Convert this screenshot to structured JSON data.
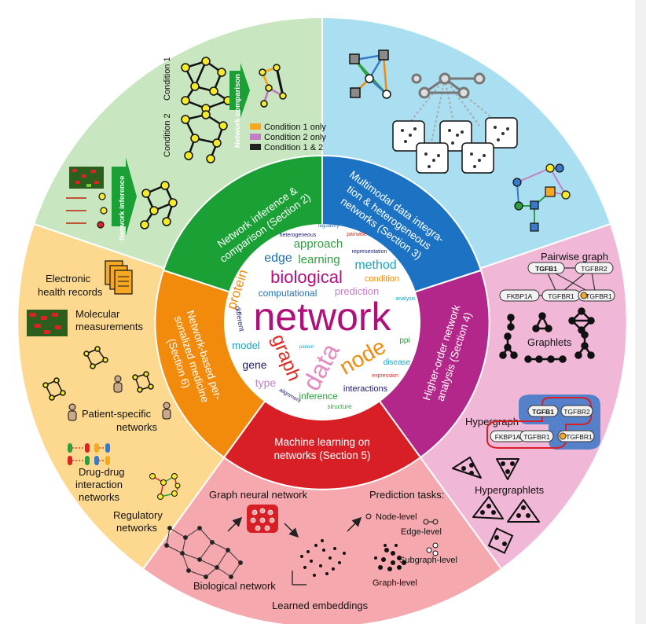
{
  "colors": {
    "inference_green": "#c8e6c0",
    "multimodal_blue": "#a9dff0",
    "higher_order_pink": "#f1b7d6",
    "ml_red": "#f5a9ae",
    "medicine_orange": "#fdd98f",
    "ring_green": "#1aa035",
    "ring_blue": "#1d73c3",
    "ring_purple": "#b4278a",
    "ring_red": "#d81f26",
    "ring_orange": "#f28a0b"
  },
  "sections": {
    "network_inference": [
      "Network inference &",
      "comparison (Section 2)"
    ],
    "multimodal": [
      "Multimodal data integra-",
      "tion & heterogeneous",
      "networks (Section 3)"
    ],
    "higher_order": [
      "Higher-order network",
      "analysis (Section 4)"
    ],
    "machine_learning": [
      "Machine learning on",
      "networks (Section 5)"
    ],
    "medicine": [
      "Network-based per-",
      "sonalized medicine",
      "(Section 6)"
    ]
  },
  "inference": {
    "condition1": "Condition 1",
    "condition2": "Condition 2",
    "arrow_comparison": "Network comparison",
    "arrow_inference": "Network inference",
    "legend": [
      "Condition 1 only",
      "Condition 2 only",
      "Condition 1 & 2"
    ],
    "legend_colors": [
      "#f7a823",
      "#c47fc4",
      "#222222"
    ]
  },
  "higher_order": {
    "pairwise_title": "Pairwise graph",
    "genes": [
      "TGFB1",
      "TGFBR2",
      "FKBP1A",
      "TGFBR1",
      "TGFBR1"
    ],
    "graphlets": "Graphlets",
    "hypergraph": "Hypergraph",
    "hyper_genes": [
      "TGFB1",
      "TGFBR2",
      "FKBP1A",
      "TGFBR1",
      "TGFBR1"
    ],
    "hypergraphlets": "Hypergraphlets"
  },
  "ml": {
    "gnn": "Graph neural network",
    "prediction_tasks": "Prediction tasks:",
    "node_level": "Node-level",
    "edge_level": "Edge-level",
    "subgraph_level": "Subgraph-level",
    "graph_level": "Graph-level",
    "bio_network": "Biological network",
    "embeddings": "Learned embeddings"
  },
  "medicine": {
    "ehr": [
      "Electronic",
      "health records"
    ],
    "molecular": [
      "Molecular",
      "measurements"
    ],
    "patient": [
      "Patient-specific",
      "networks"
    ],
    "ddi": [
      "Drug-drug",
      "interaction",
      "networks"
    ],
    "regulatory": [
      "Regulatory",
      "networks"
    ]
  },
  "wordcloud": [
    {
      "t": "network",
      "c": "#b0107a"
    },
    {
      "t": "biological",
      "c": "#b0107a"
    },
    {
      "t": "data",
      "c": "#e58ac0"
    },
    {
      "t": "node",
      "c": "#f28a0b"
    },
    {
      "t": "graph",
      "c": "#e0261d"
    },
    {
      "t": "protein",
      "c": "#f28a0b"
    },
    {
      "t": "approach",
      "c": "#2e9f3e"
    },
    {
      "t": "edge",
      "c": "#1f6fb5"
    },
    {
      "t": "learning",
      "c": "#2e9f3e"
    },
    {
      "t": "method",
      "c": "#17a3c1"
    },
    {
      "t": "condition",
      "c": "#f28a0b"
    },
    {
      "t": "prediction",
      "c": "#c47fc4"
    },
    {
      "t": "computational",
      "c": "#1f6fb5"
    },
    {
      "t": "model",
      "c": "#17a3c1"
    },
    {
      "t": "gene",
      "c": "#1b1b6b"
    },
    {
      "t": "type",
      "c": "#c47fc4"
    },
    {
      "t": "inference",
      "c": "#2e9f3e"
    },
    {
      "t": "interactions",
      "c": "#1b1b6b"
    },
    {
      "t": "disease",
      "c": "#17a3c1"
    },
    {
      "t": "ppi",
      "c": "#2e9f3e"
    },
    {
      "t": "analysis",
      "c": "#17a3c1"
    },
    {
      "t": "representation",
      "c": "#1b1b6b"
    },
    {
      "t": "pairwise",
      "c": "#e0261d"
    },
    {
      "t": "heterogeneous",
      "c": "#1b1b6b"
    },
    {
      "t": "regulatory",
      "c": "#1f6fb5"
    },
    {
      "t": "different",
      "c": "#1b1b6b"
    },
    {
      "t": "patient",
      "c": "#17a3c1"
    },
    {
      "t": "expression",
      "c": "#e0261d"
    },
    {
      "t": "structure",
      "c": "#2e9f3e"
    },
    {
      "t": "alignment",
      "c": "#1b1b6b"
    }
  ]
}
